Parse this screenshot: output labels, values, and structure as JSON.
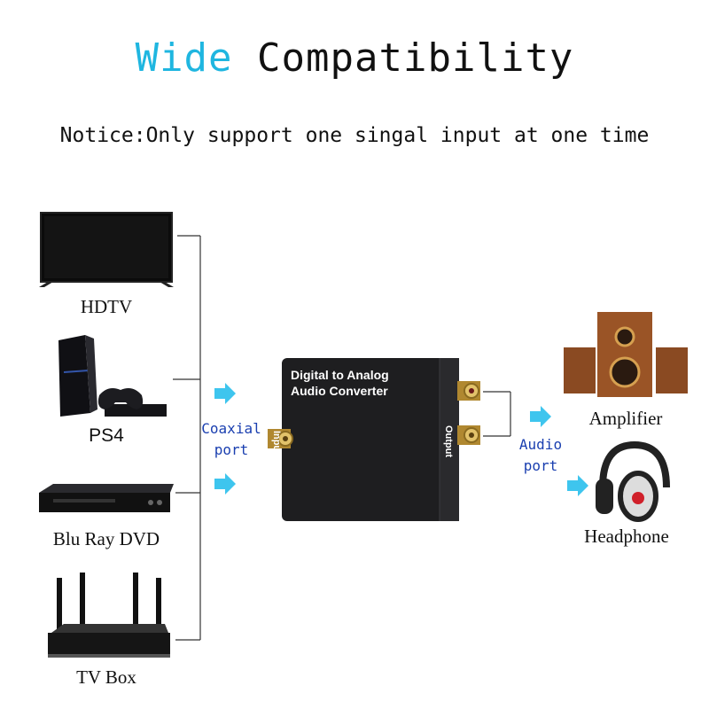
{
  "title": {
    "accent": "Wide",
    "rest": "Compatibility"
  },
  "notice": "Notice:Only support one singal input at one time",
  "inputs": [
    {
      "label": "HDTV",
      "icon": "tv-icon"
    },
    {
      "label": "PS4",
      "icon": "game-console-icon"
    },
    {
      "label": "Blu Ray DVD",
      "icon": "bluray-player-icon"
    },
    {
      "label": "TV Box",
      "icon": "router-icon"
    }
  ],
  "outputs": [
    {
      "label": "Amplifier",
      "icon": "speaker-icon"
    },
    {
      "label": "Headphone",
      "icon": "headphone-icon"
    }
  ],
  "converter": {
    "line1": "Digital to Analog",
    "line2": "Audio Converter",
    "input_label": "Input",
    "output_label": "Output"
  },
  "coaxial": {
    "line1": "Coaxial",
    "line2": "port"
  },
  "audio": {
    "line1": "Audio",
    "line2": "port"
  },
  "colors": {
    "accent": "#1fb6e0",
    "port_label": "#1a3fb0",
    "arrow": "#3ec5ee"
  }
}
